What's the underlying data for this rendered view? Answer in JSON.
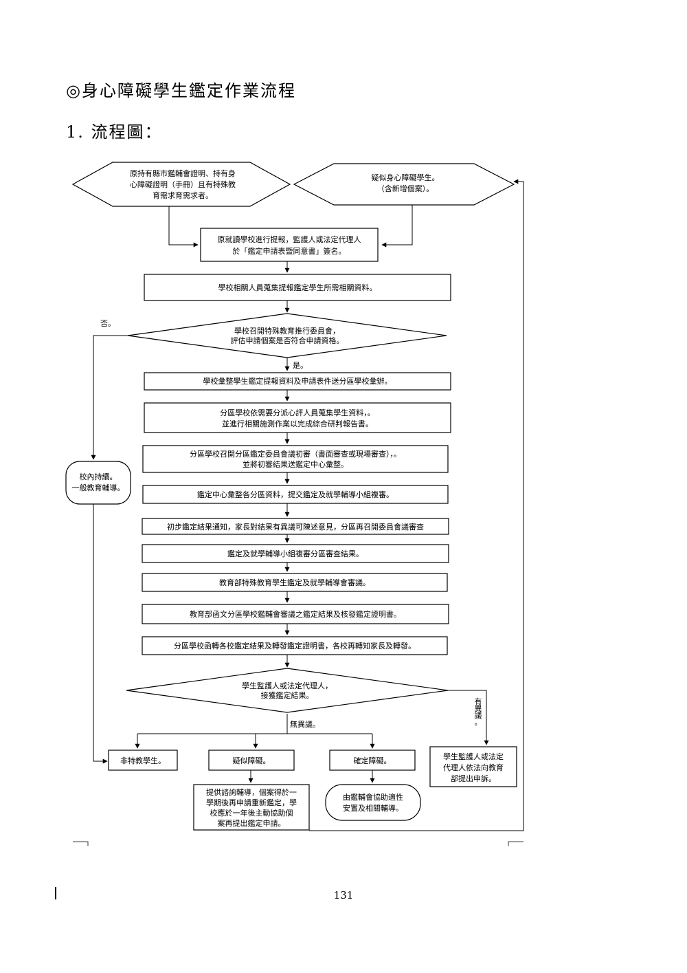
{
  "title": "◎身心障礙學生鑑定作業流程",
  "subtitle": "1. 流程圖：",
  "page_number": "131",
  "nodes": {
    "start_left": [
      "原持有縣市鑑輔會證明、持有身",
      "心障礙證明（手冊）且有特殊教",
      "育需求育需求者。"
    ],
    "start_right": [
      "疑似身心障礙學生。",
      "（含新增個案）。"
    ],
    "step1": [
      "原就讀學校進行提報，監護人或法定代理人",
      "於「鑑定申請表暨同意書」簽名。"
    ],
    "step2": [
      "學校相關人員蒐集提報鑑定學生所需相關資料。"
    ],
    "decision1": [
      "學校召開特殊教育推行委員會，",
      "評估申請個案是否符合申請資格。"
    ],
    "no_label": "否。",
    "yes_label": "是。",
    "step3": [
      "學校彙整學生鑑定提報資料及申請表件送分區學校彙辦。"
    ],
    "step4": [
      "分區學校依需要分派心評人員蒐集學生資料，。",
      "並進行相關施測作業以完成綜合研判報告書。"
    ],
    "step5": [
      "分區學校召開分區鑑定委員會議初審（書面審查或現場審查），。",
      "並將初審結果送鑑定中心彙整。"
    ],
    "school_continue": [
      "校內持續。",
      "一般教育輔導。"
    ],
    "step6": [
      "鑑定中心彙整各分區資料，提交鑑定及就學輔導小組複審。"
    ],
    "step7": [
      "初步鑑定結果通知，家長對結果有異議可陳述意見，分區再召開委員會議審查"
    ],
    "step8": [
      "鑑定及就學輔導小組複審分區審查結果。"
    ],
    "step9": [
      "教育部特殊教育學生鑑定及就學輔導會審議。"
    ],
    "step10": [
      "教育部函文分區學校鑑輔會審議之鑑定結果及核發鑑定證明書。"
    ],
    "step11": [
      "分區學校函轉各校鑑定結果及轉發鑑定證明書，各校再轉知家長及轉發。"
    ],
    "decision2": [
      "學生監護人或法定代理人，",
      "接獲鑑定結果。"
    ],
    "no_objection": "無異議。",
    "objection": [
      "有",
      "異",
      "議",
      "。"
    ],
    "result_non": [
      "非特教學生。"
    ],
    "result_suspected": [
      "疑似障礙。"
    ],
    "result_confirmed": [
      "確定障礙。"
    ],
    "appeal": [
      "學生監護人或法定",
      "代理人依法向教育",
      "部提出申訴。"
    ],
    "suspected_follow": [
      "提供諮詢輔導，個案得於一",
      "學期後再申請重新鑑定，學",
      "校應於一年後主動協助個",
      "案再提出鑑定申請。"
    ],
    "confirmed_follow": [
      "由鑑輔會協助適性",
      "安置及相關輔導。"
    ]
  }
}
